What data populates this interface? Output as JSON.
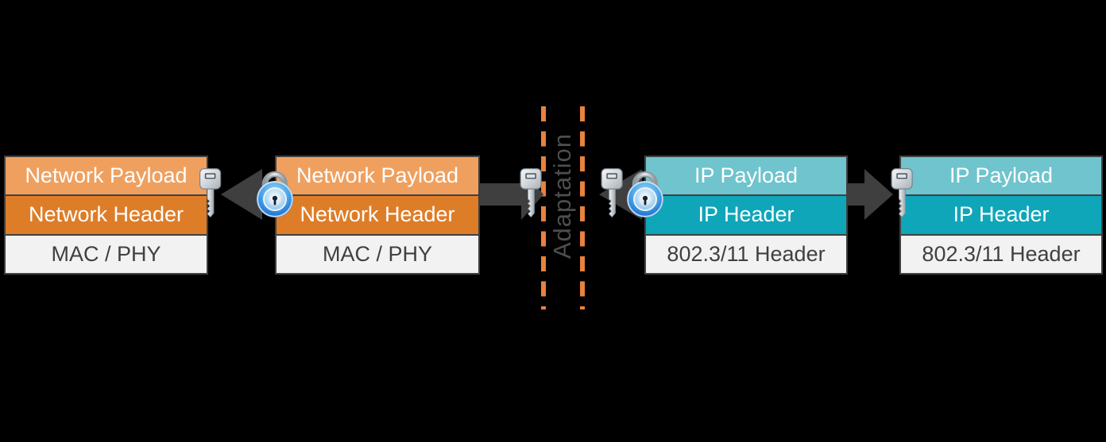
{
  "colors": {
    "background": "#000000",
    "light_orange": "#EFA05F",
    "dark_orange": "#DE7D28",
    "light_teal": "#6FC4CD",
    "dark_teal": "#0FA6B9",
    "white_row": "#F2F2F2",
    "stack_border": "#404040",
    "row_text_light": "#FFFFFF",
    "row_text_dark": "#404040",
    "arrow_gray": "#3F3F3F",
    "dash_orange": "#E8823C",
    "adaptation_text": "#4E4E4E"
  },
  "adaptation": {
    "label": "Adaptation"
  },
  "stacks": [
    {
      "name": "network-stack-left",
      "rows": [
        {
          "label": "Network Payload",
          "bg": "light_orange"
        },
        {
          "label": "Network Header",
          "bg": "dark_orange"
        },
        {
          "label": "MAC / PHY",
          "bg": "white_row"
        }
      ]
    },
    {
      "name": "network-stack-right",
      "rows": [
        {
          "label": "Network Payload",
          "bg": "light_orange"
        },
        {
          "label": "Network Header",
          "bg": "dark_orange"
        },
        {
          "label": "MAC / PHY",
          "bg": "white_row"
        }
      ]
    },
    {
      "name": "ip-stack-left",
      "rows": [
        {
          "label": "IP Payload",
          "bg": "light_teal"
        },
        {
          "label": "IP Header",
          "bg": "dark_teal"
        },
        {
          "label": "802.3/11 Header",
          "bg": "white_row"
        }
      ]
    },
    {
      "name": "ip-stack-right",
      "rows": [
        {
          "label": "IP Payload",
          "bg": "light_teal"
        },
        {
          "label": "IP Header",
          "bg": "dark_teal"
        },
        {
          "label": "802.3/11 Header",
          "bg": "white_row"
        }
      ]
    }
  ],
  "icons": {
    "keys": [
      "key-icon",
      "key-icon",
      "key-icon",
      "key-icon"
    ],
    "locks": [
      "padlock-icon",
      "padlock-icon"
    ],
    "arrows": [
      "arrow-left-icon",
      "arrow-right-icon",
      "arrow-left-icon",
      "arrow-right-icon"
    ]
  }
}
